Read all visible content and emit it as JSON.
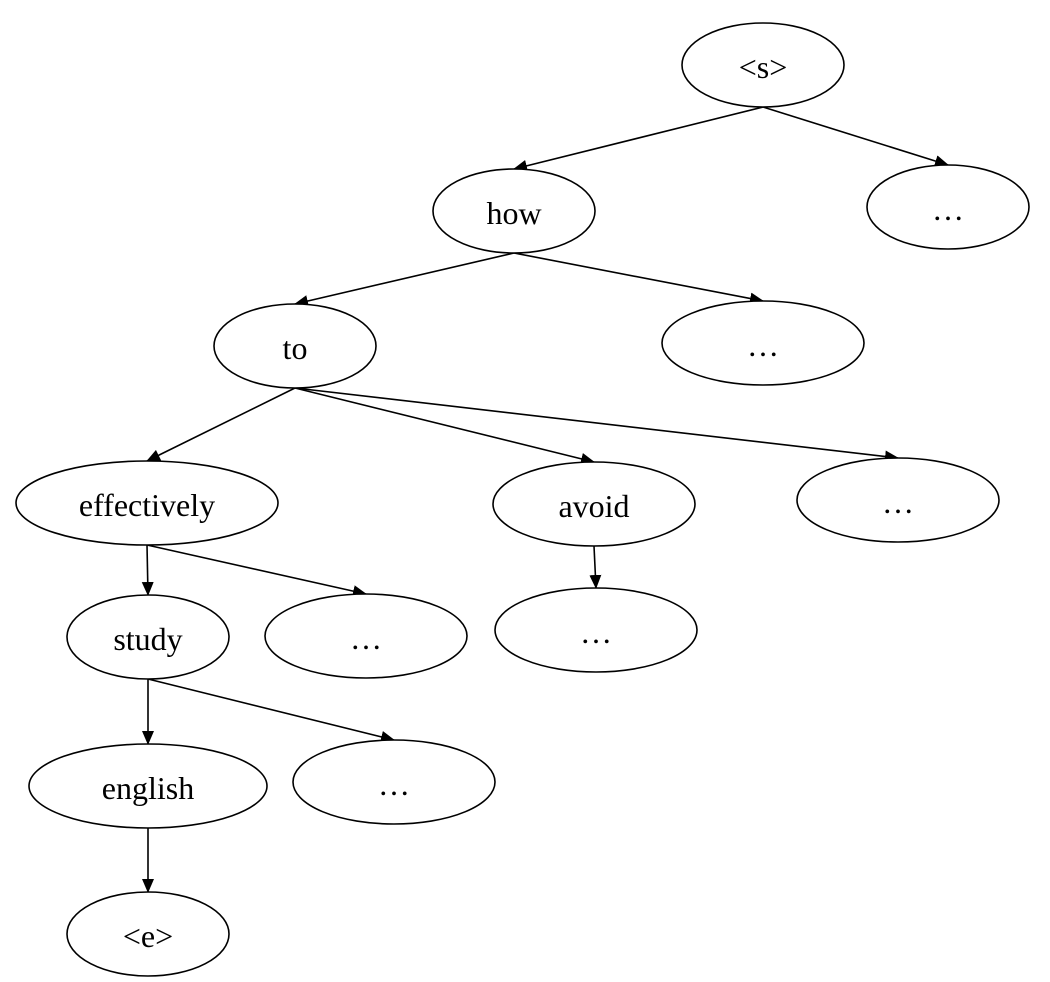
{
  "diagram": {
    "nodes": [
      {
        "id": "s",
        "label": "<s>"
      },
      {
        "id": "how",
        "label": "how"
      },
      {
        "id": "more1",
        "label": "…"
      },
      {
        "id": "to",
        "label": "to"
      },
      {
        "id": "more2",
        "label": "…"
      },
      {
        "id": "effectively",
        "label": "effectively"
      },
      {
        "id": "avoid",
        "label": "avoid"
      },
      {
        "id": "more3",
        "label": "…"
      },
      {
        "id": "study",
        "label": "study"
      },
      {
        "id": "more4",
        "label": "…"
      },
      {
        "id": "more5",
        "label": "…"
      },
      {
        "id": "english",
        "label": "english"
      },
      {
        "id": "more6",
        "label": "…"
      },
      {
        "id": "e",
        "label": "<e>"
      }
    ],
    "edges": [
      {
        "from": "s",
        "to": "how"
      },
      {
        "from": "s",
        "to": "more1"
      },
      {
        "from": "how",
        "to": "to"
      },
      {
        "from": "how",
        "to": "more2"
      },
      {
        "from": "to",
        "to": "effectively"
      },
      {
        "from": "to",
        "to": "avoid"
      },
      {
        "from": "to",
        "to": "more3"
      },
      {
        "from": "effectively",
        "to": "study"
      },
      {
        "from": "effectively",
        "to": "more4"
      },
      {
        "from": "avoid",
        "to": "more5"
      },
      {
        "from": "study",
        "to": "english"
      },
      {
        "from": "study",
        "to": "more6"
      },
      {
        "from": "english",
        "to": "e"
      }
    ]
  }
}
